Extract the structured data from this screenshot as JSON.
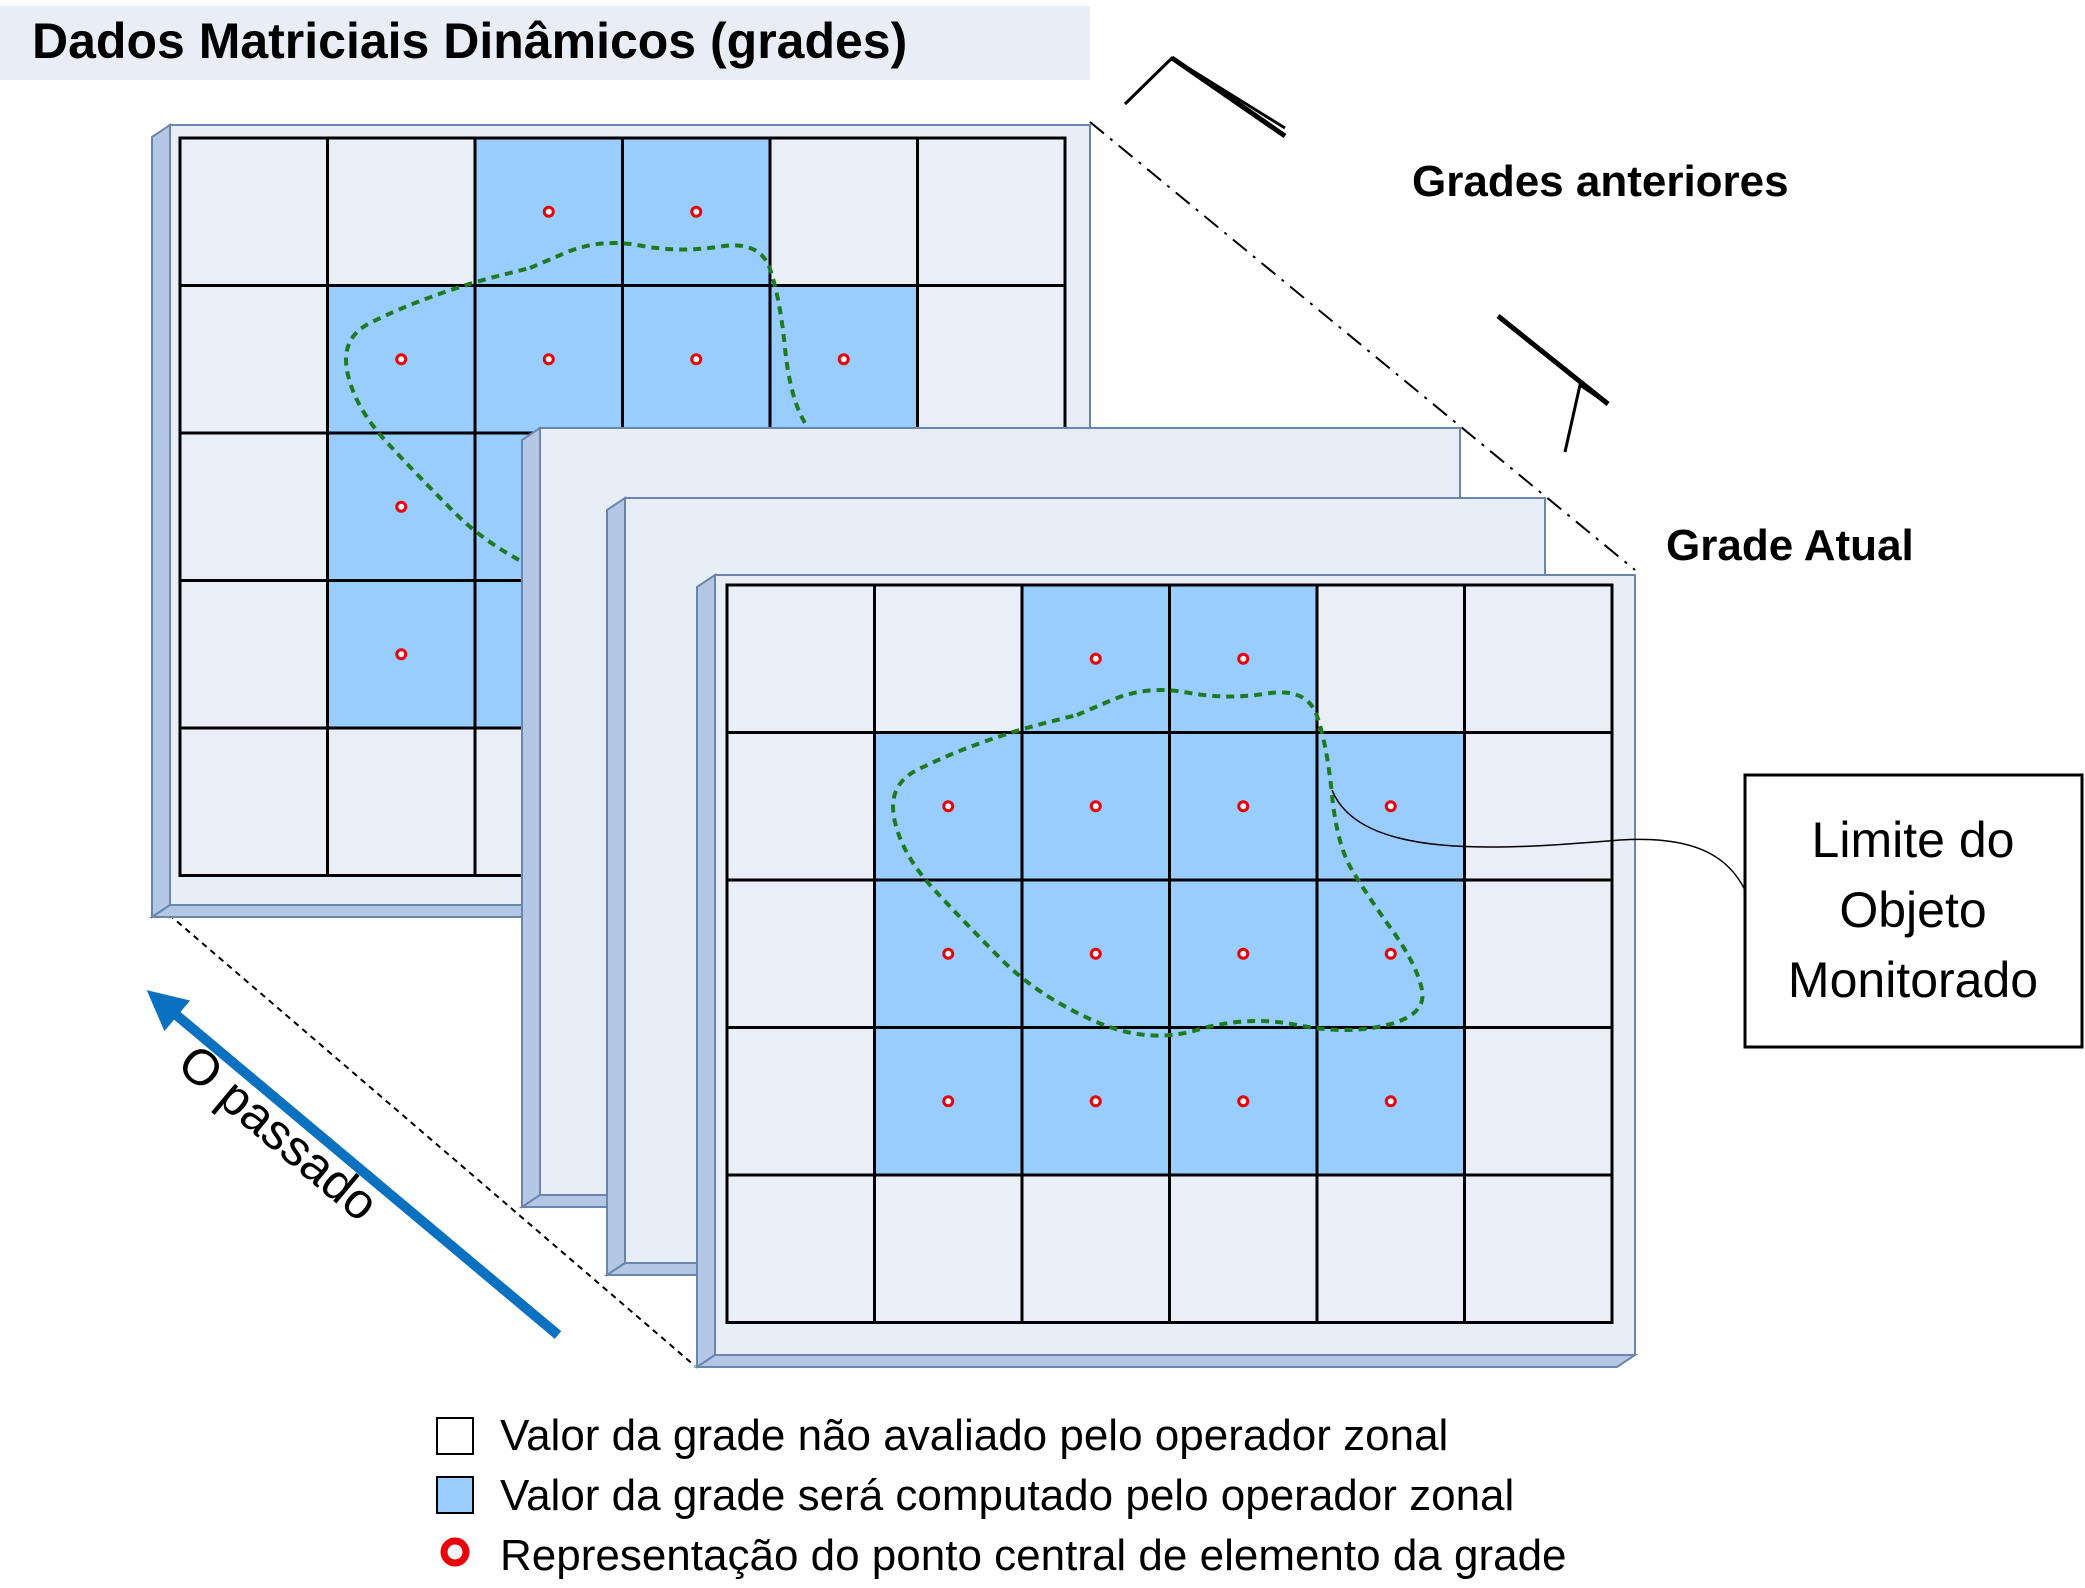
{
  "title": "Dados Matriciais Dinâmicos (grades)",
  "labels": {
    "previous_grids": "Grades anteriores",
    "current_grid": "Grade Atual",
    "past": "O passado",
    "boundary_line1": "Limite do",
    "boundary_line2": "Objeto",
    "boundary_line3": "Monitorado"
  },
  "legend": {
    "not_evaluated": "Valor da grade não avaliado pelo operador zonal",
    "computed": "Valor da grade será computado pelo operador zonal",
    "center_point": "Representação do ponto central de elemento da grade"
  },
  "grid": {
    "columns": 6,
    "rows": 5,
    "computed_cells": [
      [
        0,
        2
      ],
      [
        0,
        3
      ],
      [
        1,
        1
      ],
      [
        1,
        2
      ],
      [
        1,
        3
      ],
      [
        1,
        4
      ],
      [
        2,
        1
      ],
      [
        2,
        2
      ],
      [
        2,
        3
      ],
      [
        2,
        4
      ],
      [
        3,
        1
      ],
      [
        3,
        2
      ],
      [
        3,
        3
      ],
      [
        3,
        4
      ]
    ]
  },
  "colors": {
    "cell_plain": "#e9eef7",
    "cell_computed": "#99ccff",
    "frame_face": "#e8eef7",
    "frame_side": "#b4c8e6",
    "center_point": "#e8000b",
    "boundary": "#1e7a1e",
    "arrow": "#0a70c0"
  }
}
